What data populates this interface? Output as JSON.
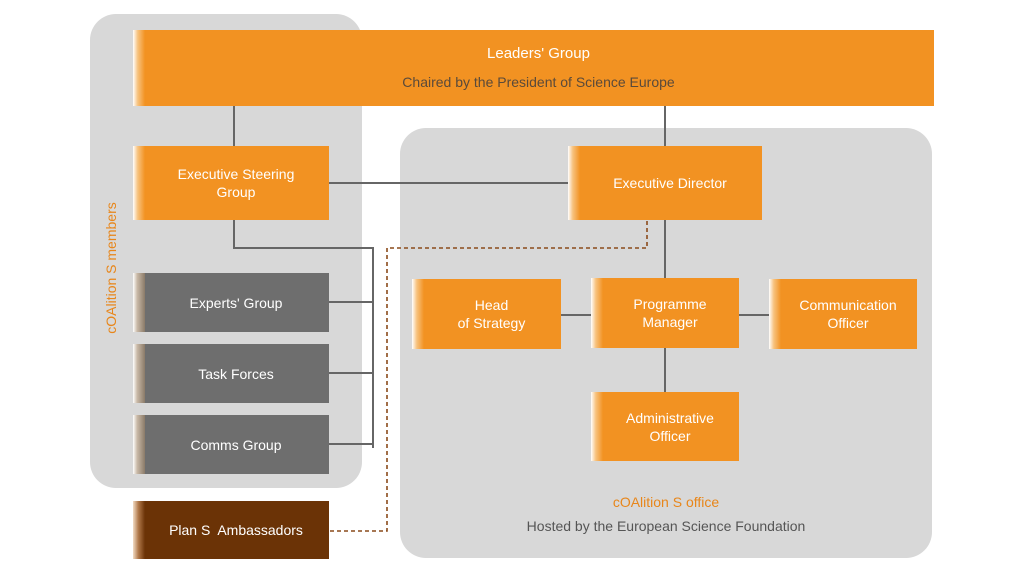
{
  "leaders": {
    "title": "Leaders' Group",
    "subtitle": "Chaired by the President of Science Europe"
  },
  "members_panel": {
    "label": "cOAlition S members"
  },
  "office_panel": {
    "title": "cOAlition S office",
    "subtitle": "Hosted by the European Science Foundation"
  },
  "boxes": {
    "executive_steering": [
      "Executive Steering",
      "Group"
    ],
    "experts_group": "Experts' Group",
    "task_forces": "Task Forces",
    "comms_group": "Comms Group",
    "ambassadors": "Plan S  Ambassadors",
    "executive_director": "Executive Director",
    "head_of_strategy": [
      "Head",
      "of Strategy"
    ],
    "programme_manager": [
      "Programme",
      "Manager"
    ],
    "communication_officer": [
      "Communication",
      "Officer"
    ],
    "administrative_officer": [
      "Administrative",
      "Officer"
    ]
  },
  "colors": {
    "orange": "#f29222",
    "gray_box": "#6e6e6e",
    "brown_box": "#6b3306",
    "panel": "#d8d8d8",
    "label_orange": "#e8861a",
    "connector": "#666666",
    "dashed_connector": "#8a4a1a"
  }
}
